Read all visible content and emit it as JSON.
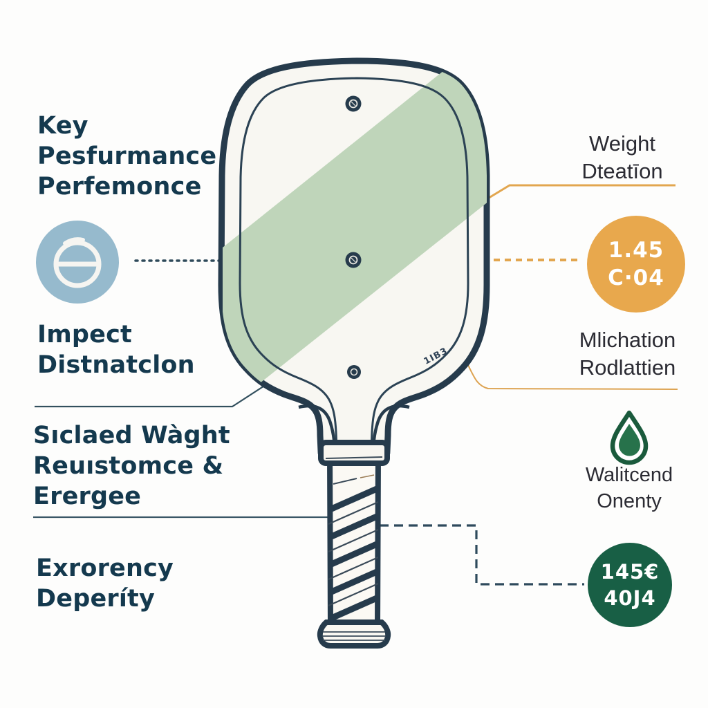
{
  "labels": {
    "key_performance": {
      "line1": "Key",
      "line2": "Pesfurmance",
      "line3": "Perfemonce"
    },
    "impact": {
      "line1": "Impect",
      "line2": "Distnatclon"
    },
    "swing": {
      "line1": "Sıclaed Wàght",
      "line2": "Reuıstomce &",
      "line3": "Erergee"
    },
    "exrorency": {
      "line1": "Exrorency",
      "line2": "Deperíty"
    },
    "weight": {
      "line1": "Weight",
      "line2": "Dteatīon"
    },
    "mlichation": {
      "line1": "Mlichation",
      "line2": "Rodlattien"
    },
    "walitcend": {
      "line1": "Walitcend",
      "line2": "Onenty"
    }
  },
  "badges": {
    "orange": {
      "line1": "1.45",
      "line2": "C·04"
    },
    "green": {
      "line1": "145€",
      "line2": "40J4"
    }
  },
  "paddle": {
    "face_code": "1IB3"
  },
  "icons": {
    "impact_icon": "circle-bar-icon",
    "hydration_icon": "droplet-icon"
  },
  "colors": {
    "outline_navy": "#263b4c",
    "text_dark": "#14394e",
    "text_light": "#2b2b33",
    "gold": "#e2a64f",
    "stripe_green": "#bfd5ba",
    "icon_blue": "#96bacd",
    "badge_orange": "#e8a84d",
    "badge_green": "#185f45",
    "droplet_green": "#27724b"
  }
}
